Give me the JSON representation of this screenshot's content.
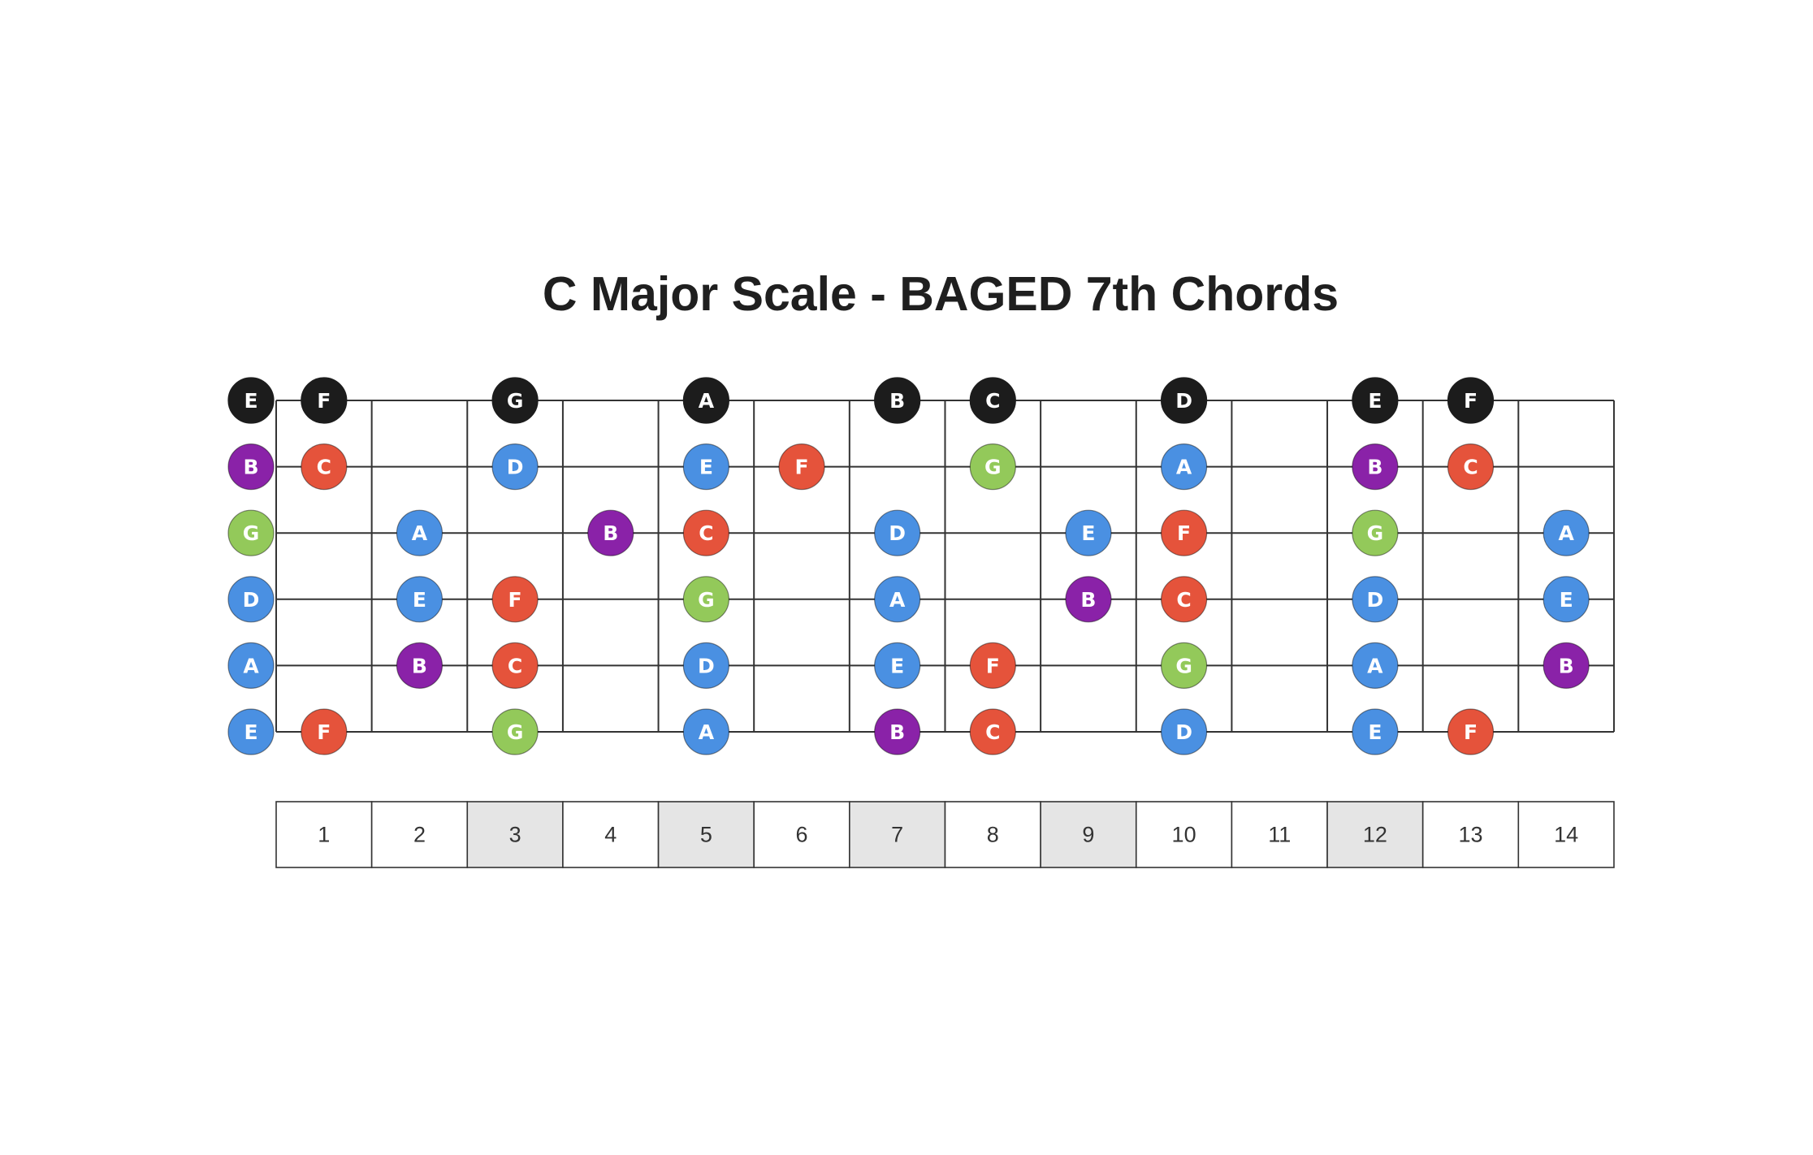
{
  "title": "C Major Scale - BAGED 7th Chords",
  "colors": {
    "black": "#1c1c1c",
    "blue": "#4a90e2",
    "red": "#e5533b",
    "green": "#93c95a",
    "purple": "#8a22a8",
    "marker": "#e5e5e5",
    "line": "#333333"
  },
  "fret_numbers": [
    "1",
    "2",
    "3",
    "4",
    "5",
    "6",
    "7",
    "8",
    "9",
    "10",
    "11",
    "12",
    "13",
    "14"
  ],
  "shaded_frets": [
    3,
    5,
    7,
    9,
    12
  ],
  "strings": [
    {
      "notes": [
        {
          "fret": 0,
          "note": "E",
          "color": "black"
        },
        {
          "fret": 1,
          "note": "F",
          "color": "black"
        },
        {
          "fret": 3,
          "note": "G",
          "color": "black"
        },
        {
          "fret": 5,
          "note": "A",
          "color": "black"
        },
        {
          "fret": 7,
          "note": "B",
          "color": "black"
        },
        {
          "fret": 8,
          "note": "C",
          "color": "black"
        },
        {
          "fret": 10,
          "note": "D",
          "color": "black"
        },
        {
          "fret": 12,
          "note": "E",
          "color": "black"
        },
        {
          "fret": 13,
          "note": "F",
          "color": "black"
        }
      ]
    },
    {
      "notes": [
        {
          "fret": 0,
          "note": "B",
          "color": "purple"
        },
        {
          "fret": 1,
          "note": "C",
          "color": "red"
        },
        {
          "fret": 3,
          "note": "D",
          "color": "blue"
        },
        {
          "fret": 5,
          "note": "E",
          "color": "blue"
        },
        {
          "fret": 6,
          "note": "F",
          "color": "red"
        },
        {
          "fret": 8,
          "note": "G",
          "color": "green"
        },
        {
          "fret": 10,
          "note": "A",
          "color": "blue"
        },
        {
          "fret": 12,
          "note": "B",
          "color": "purple"
        },
        {
          "fret": 13,
          "note": "C",
          "color": "red"
        }
      ]
    },
    {
      "notes": [
        {
          "fret": 0,
          "note": "G",
          "color": "green"
        },
        {
          "fret": 2,
          "note": "A",
          "color": "blue"
        },
        {
          "fret": 4,
          "note": "B",
          "color": "purple"
        },
        {
          "fret": 5,
          "note": "C",
          "color": "red"
        },
        {
          "fret": 7,
          "note": "D",
          "color": "blue"
        },
        {
          "fret": 9,
          "note": "E",
          "color": "blue"
        },
        {
          "fret": 10,
          "note": "F",
          "color": "red"
        },
        {
          "fret": 12,
          "note": "G",
          "color": "green"
        },
        {
          "fret": 14,
          "note": "A",
          "color": "blue"
        }
      ]
    },
    {
      "notes": [
        {
          "fret": 0,
          "note": "D",
          "color": "blue"
        },
        {
          "fret": 2,
          "note": "E",
          "color": "blue"
        },
        {
          "fret": 3,
          "note": "F",
          "color": "red"
        },
        {
          "fret": 5,
          "note": "G",
          "color": "green"
        },
        {
          "fret": 7,
          "note": "A",
          "color": "blue"
        },
        {
          "fret": 9,
          "note": "B",
          "color": "purple"
        },
        {
          "fret": 10,
          "note": "C",
          "color": "red"
        },
        {
          "fret": 12,
          "note": "D",
          "color": "blue"
        },
        {
          "fret": 14,
          "note": "E",
          "color": "blue"
        }
      ]
    },
    {
      "notes": [
        {
          "fret": 0,
          "note": "A",
          "color": "blue"
        },
        {
          "fret": 2,
          "note": "B",
          "color": "purple"
        },
        {
          "fret": 3,
          "note": "C",
          "color": "red"
        },
        {
          "fret": 5,
          "note": "D",
          "color": "blue"
        },
        {
          "fret": 7,
          "note": "E",
          "color": "blue"
        },
        {
          "fret": 8,
          "note": "F",
          "color": "red"
        },
        {
          "fret": 10,
          "note": "G",
          "color": "green"
        },
        {
          "fret": 12,
          "note": "A",
          "color": "blue"
        },
        {
          "fret": 14,
          "note": "B",
          "color": "purple"
        }
      ]
    },
    {
      "notes": [
        {
          "fret": 0,
          "note": "E",
          "color": "blue"
        },
        {
          "fret": 1,
          "note": "F",
          "color": "red"
        },
        {
          "fret": 3,
          "note": "G",
          "color": "green"
        },
        {
          "fret": 5,
          "note": "A",
          "color": "blue"
        },
        {
          "fret": 7,
          "note": "B",
          "color": "purple"
        },
        {
          "fret": 8,
          "note": "C",
          "color": "red"
        },
        {
          "fret": 10,
          "note": "D",
          "color": "blue"
        },
        {
          "fret": 12,
          "note": "E",
          "color": "blue"
        },
        {
          "fret": 13,
          "note": "F",
          "color": "red"
        }
      ]
    }
  ]
}
